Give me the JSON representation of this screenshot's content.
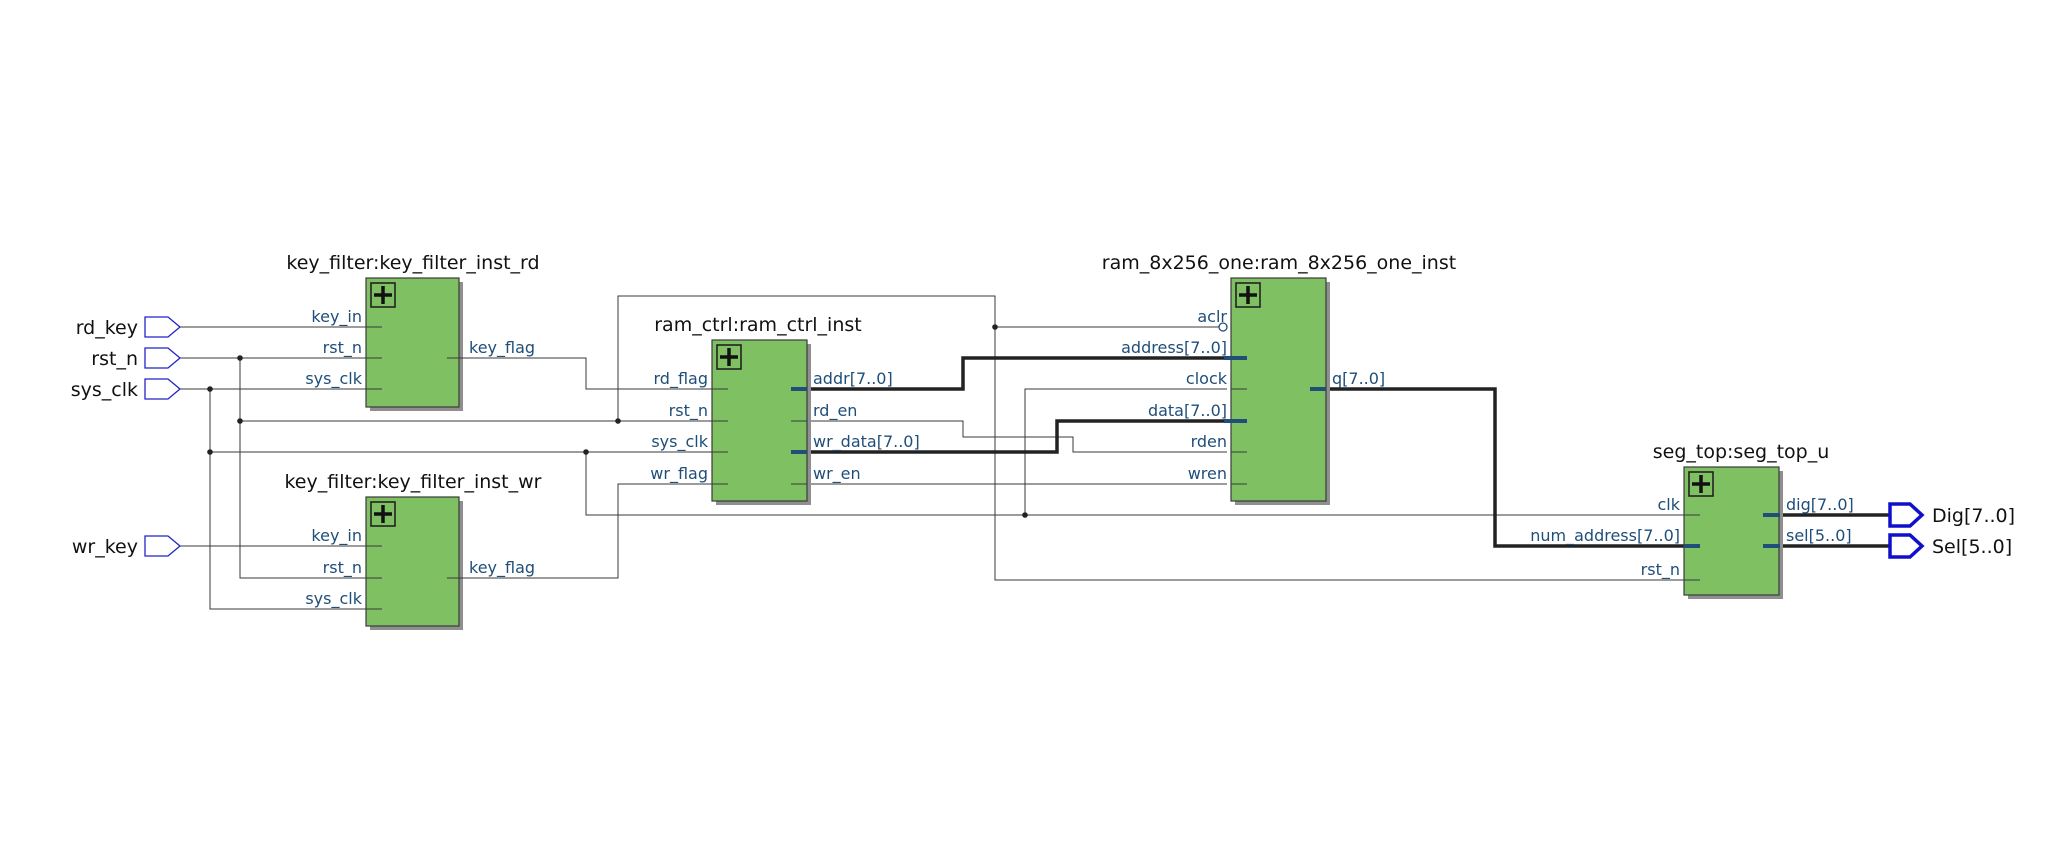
{
  "inputs": [
    {
      "id": "rd_key",
      "label": "rd_key"
    },
    {
      "id": "rst_n",
      "label": "rst_n"
    },
    {
      "id": "sys_clk",
      "label": "sys_clk"
    },
    {
      "id": "wr_key",
      "label": "wr_key"
    }
  ],
  "outputs": [
    {
      "id": "Dig",
      "label": "Dig[7..0]"
    },
    {
      "id": "Sel",
      "label": "Sel[5..0]"
    }
  ],
  "blocks": {
    "kf_rd": {
      "title": "key_filter:key_filter_inst_rd",
      "in": [
        "key_in",
        "rst_n",
        "sys_clk"
      ],
      "out": [
        "key_flag"
      ]
    },
    "kf_wr": {
      "title": "key_filter:key_filter_inst_wr",
      "in": [
        "key_in",
        "rst_n",
        "sys_clk"
      ],
      "out": [
        "key_flag"
      ]
    },
    "ramctrl": {
      "title": "ram_ctrl:ram_ctrl_inst",
      "in": [
        "rd_flag",
        "rst_n",
        "sys_clk",
        "wr_flag"
      ],
      "out": [
        "addr[7..0]",
        "rd_en",
        "wr_data[7..0]",
        "wr_en"
      ]
    },
    "ram": {
      "title": "ram_8x256_one:ram_8x256_one_inst",
      "in": [
        "aclr",
        "address[7..0]",
        "clock",
        "data[7..0]",
        "rden",
        "wren"
      ],
      "out": [
        "q[7..0]"
      ]
    },
    "seg": {
      "title": "seg_top:seg_top_u",
      "in": [
        "clk",
        "num_address[7..0]",
        "rst_n"
      ],
      "out": [
        "dig[7..0]",
        "sel[5..0]"
      ]
    }
  }
}
